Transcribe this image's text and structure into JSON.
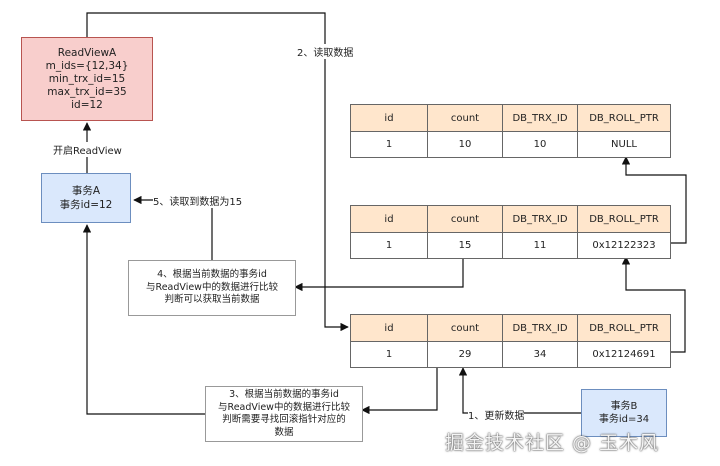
{
  "readview": {
    "lines": [
      "ReadViewA",
      "m_ids={12,34}",
      "min_trx_id=15",
      "max_trx_id=35",
      "id=12"
    ]
  },
  "tx_a": {
    "lines": [
      "事务A",
      "事务id=12"
    ]
  },
  "tx_b": {
    "lines": [
      "事务B",
      "事务id=34"
    ]
  },
  "labels": {
    "open_readview": "开启ReadView",
    "step2": "2、读取数据",
    "step5": "5、读取到数据为15",
    "step1": "1、更新数据"
  },
  "notes": {
    "step4": [
      "4、根据当前数据的事务id",
      "与ReadView中的数据进行比较",
      "判断可以获取当前数据"
    ],
    "step3": [
      "3、根据当前数据的事务id",
      "与ReadView中的数据进行比较",
      "判断需要寻找回滚指针对应的",
      "数据"
    ]
  },
  "columns": [
    "id",
    "count",
    "DB_TRX_ID",
    "DB_ROLL_PTR"
  ],
  "records": [
    {
      "id": "1",
      "count": "10",
      "trx_id": "10",
      "roll_ptr": "NULL"
    },
    {
      "id": "1",
      "count": "15",
      "trx_id": "11",
      "roll_ptr": "0x12122323"
    },
    {
      "id": "1",
      "count": "29",
      "trx_id": "34",
      "roll_ptr": "0x12124691"
    }
  ],
  "watermark": "掘金技术社区 @ 玉木风"
}
